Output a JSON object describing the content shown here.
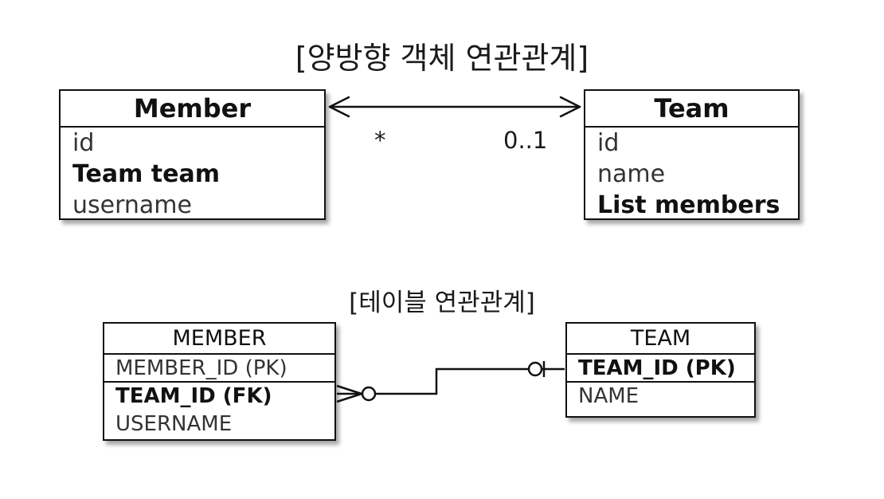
{
  "titles": {
    "object": "[양방향 객체 연관관계]",
    "table": "[테이블 연관관계]"
  },
  "object_model": {
    "member": {
      "name": "Member",
      "fields": [
        "id",
        "Team team",
        "username"
      ]
    },
    "team": {
      "name": "Team",
      "fields": [
        "id",
        "name",
        "List members"
      ]
    },
    "multiplicity": {
      "member_side": "*",
      "team_side": "0..1"
    }
  },
  "table_model": {
    "member": {
      "name": "MEMBER",
      "columns": [
        "MEMBER_ID (PK)",
        "TEAM_ID (FK)",
        "USERNAME"
      ]
    },
    "team": {
      "name": "TEAM",
      "columns": [
        "TEAM_ID (PK)",
        "NAME"
      ]
    }
  },
  "colors": {
    "line": "#111111",
    "background": "#ffffff"
  }
}
